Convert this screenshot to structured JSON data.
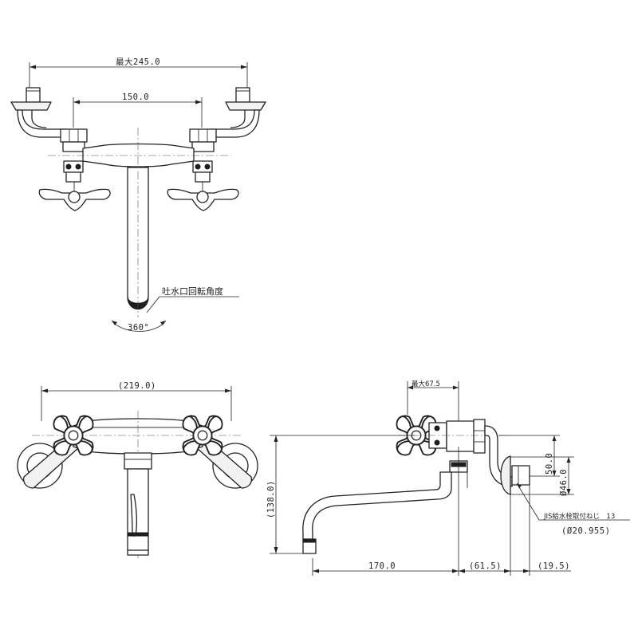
{
  "top_view": {
    "max_width": "最大245.0",
    "center_distance": "150.0",
    "spout_rotation_label": "吐水口回転角度",
    "rotation_angle": "360°"
  },
  "front_view": {
    "width": "(219.0)"
  },
  "side_view": {
    "max_depth": "最大67.5",
    "height": "(138.0)",
    "pipe_height": "50.0",
    "inlet_height": "Ø46.0",
    "thread_label": "JIS給水栓取付ねじ　13",
    "thread_diameter": "(Ø20.955)",
    "spout_reach": "170.0",
    "body_offset": "(61.5)",
    "inlet_offset": "(19.5)"
  }
}
